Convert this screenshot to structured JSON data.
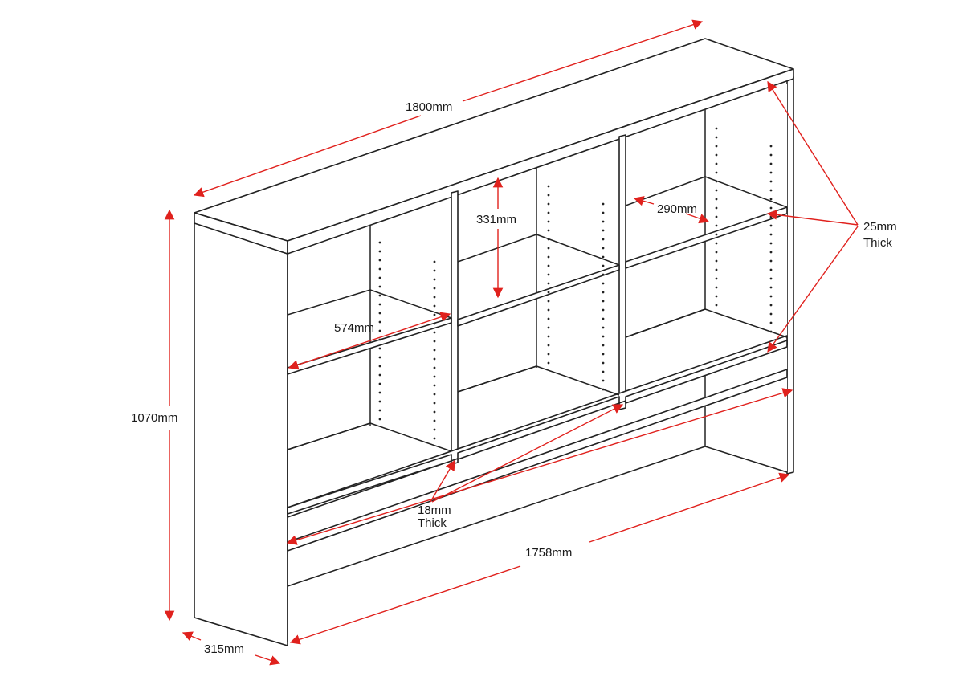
{
  "dimensions": {
    "overall_width": "1800mm",
    "height": "1070mm",
    "depth": "315mm",
    "internal_width": "1758mm",
    "shelf_width": "574mm",
    "shelf_depth": "290mm",
    "shelf_gap": "331mm",
    "top_thickness_value": "25mm",
    "top_thickness_unit": "Thick",
    "panel_thickness_value": "18mm",
    "panel_thickness_unit": "Thick"
  },
  "colors": {
    "dimension_line": "#e0211d",
    "outline": "#222222",
    "background": "#ffffff"
  }
}
